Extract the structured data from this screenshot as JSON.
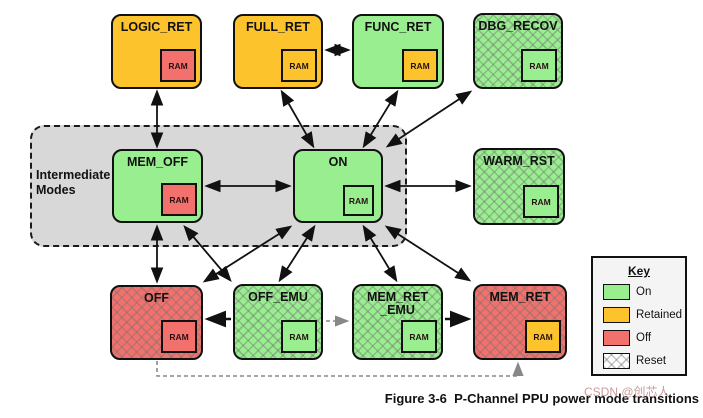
{
  "figure": {
    "caption": "Figure 3-6  P-Channel PPU power mode transitions",
    "watermark": "CSDN @创芯人"
  },
  "palette": {
    "on": "#99ee90",
    "retained": "#fcc32d",
    "off": "#f3716c",
    "intermediate_bg": "#d8d8d8",
    "key_bg": "#f4f4f4"
  },
  "labels": {
    "ram": "RAM"
  },
  "intermediate": {
    "label": "Intermediate Modes"
  },
  "blocks": {
    "logic_ret": {
      "label": "LOGIC_RET",
      "state": "retained",
      "ram_state": "off",
      "reset_hatch": false
    },
    "full_ret": {
      "label": "FULL_RET",
      "state": "retained",
      "ram_state": "retained",
      "reset_hatch": false
    },
    "func_ret": {
      "label": "FUNC_RET",
      "state": "on",
      "ram_state": "retained",
      "reset_hatch": false
    },
    "dbg_recov": {
      "label": "DBG_RECOV",
      "state": "on",
      "ram_state": "on",
      "reset_hatch": true
    },
    "mem_off": {
      "label": "MEM_OFF",
      "state": "on",
      "ram_state": "off",
      "reset_hatch": false
    },
    "on": {
      "label": "ON",
      "state": "on",
      "ram_state": "on",
      "reset_hatch": false
    },
    "warm_rst": {
      "label": "WARM_RST",
      "state": "on",
      "ram_state": "on",
      "reset_hatch": true
    },
    "off": {
      "label": "OFF",
      "state": "off",
      "ram_state": "off",
      "reset_hatch": true
    },
    "off_emu": {
      "label": "OFF_EMU",
      "state": "on",
      "ram_state": "on",
      "reset_hatch": true
    },
    "mem_ret_emu": {
      "label": "MEM_RET\n_EMU",
      "state": "on",
      "ram_state": "on",
      "reset_hatch": true
    },
    "mem_ret": {
      "label": "MEM_RET",
      "state": "off",
      "ram_state": "retained",
      "reset_hatch": true
    }
  },
  "key": {
    "title": "Key",
    "items": [
      {
        "label": "On",
        "state": "on"
      },
      {
        "label": "Retained",
        "state": "retained"
      },
      {
        "label": "Off",
        "state": "off"
      },
      {
        "label": "Reset",
        "state": "reset"
      }
    ]
  }
}
